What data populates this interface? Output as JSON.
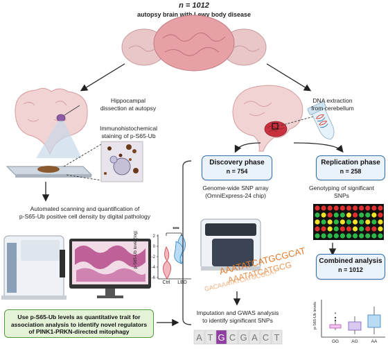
{
  "header": {
    "n_label": "n = 1012",
    "subtitle": "autopsy brain with Lewy body disease"
  },
  "left": {
    "hippocampal": "Hippocampal\ndissection at autopsy",
    "immuno": "Immunohistochemical\nstaining of p-S65-Ub",
    "automated": "Automated scanning and quantification of\np-S65-Ub positive cell density by digital pathology",
    "violin": {
      "ylabel": "p-S65-Ub level (log)",
      "ticks": [
        "2",
        "0",
        "-2",
        "-4",
        "-6"
      ],
      "groups": [
        "Ctrl",
        "LBD"
      ],
      "significance": "***"
    },
    "green_box": "Use p-S65-Ub levels as quantitative trait for\nassociation analysis to identify novel regulators\nof PINK1-PRKN-directed mitophagy"
  },
  "right": {
    "dna_extraction": "DNA extraction\nfrom cerebellum",
    "discovery": {
      "title": "Discovery phase",
      "n": "n = 754"
    },
    "replication": {
      "title": "Replication phase",
      "n": "n = 258"
    },
    "snp_array": "Genome-wide SNP array\n(OmniExpress-24 chip)",
    "genotyping": "Genotyping of significant\nSNPs",
    "imputation": "Imputation and GWAS analysis\nto identify significant SNPs",
    "combined": {
      "title": "Combined analysis",
      "n": "n = 1012"
    },
    "dna_text": [
      "AAATATCATGCGCAT",
      "AAATATCATGCG",
      "GACAAATATCATGCGCAT"
    ],
    "sequence": [
      "A",
      "T",
      "G",
      "C",
      "G",
      "A",
      "C",
      "T"
    ],
    "boxplot": {
      "ylabel": "p-S65-Ub levels",
      "groups": [
        "GG",
        "AG",
        "AA"
      ],
      "asterisk": "*"
    }
  },
  "colors": {
    "blue_border": "#2f6fb0",
    "blue_fill": "#eaf2fb",
    "green_border": "#4f9a3a",
    "green_fill": "#e4f3d8",
    "dna_orange": "#e07a2b",
    "seq_purple": "#8e3fa0"
  }
}
